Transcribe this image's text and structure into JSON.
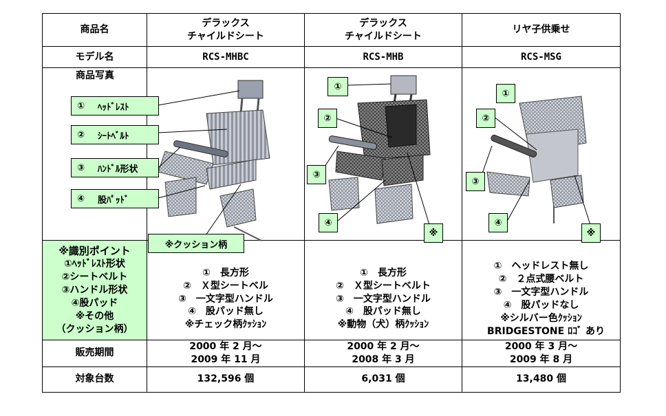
{
  "row_labels": {
    "name": "商品名",
    "model": "モデル名",
    "photo": "商品写真",
    "period": "販売期間",
    "count": "対象台数"
  },
  "id_points": {
    "heading": "※識別ポイント",
    "items": [
      "①ﾍｯﾄﾞﾚｽﾄ形状",
      "②シートベルト",
      "③ハンドル形状",
      "④股パッド",
      "※その他",
      "（クッション柄）"
    ]
  },
  "callouts": [
    "①",
    "②",
    "③",
    "④",
    "※"
  ],
  "first_photo_labels": [
    "ﾍｯﾄﾞﾚｽﾄ",
    "ｼｰﾄﾍﾞﾙﾄ",
    "ﾊﾝﾄﾞﾙ形状",
    "股ﾊﾟｯﾄﾞ"
  ],
  "cushion_label": "※クッション柄",
  "products": [
    {
      "name_line1": "デラックス",
      "name_line2": "チャイルドシート",
      "model": "RCS-MHBC",
      "features": [
        "①　長方形",
        "②　Ｘ型シートベル",
        "③　一文字型ハンドル",
        "④　股パッド無し",
        "※チェック柄ｸｯｼｮﾝ"
      ],
      "period_line1": "2000 年 2 月～",
      "period_line2": "2009 年 11 月",
      "count": "132,596 個"
    },
    {
      "name_line1": "デラックス",
      "name_line2": "チャイルドシート",
      "model": "RCS-MHB",
      "features": [
        "①　長方形",
        "②　Ｘ型シートベルト",
        "③　一文字型ハンドル",
        "④　股パッド無し",
        "※動物（犬）柄ｸｯｼｮﾝ"
      ],
      "period_line1": "2000 年 2 月～",
      "period_line2": "2008 年 3 月",
      "count": "6,031 個"
    },
    {
      "name_line1": "リヤ子供乗せ",
      "name_line2": "",
      "model": "RCS-MSG",
      "features": [
        "①　ヘッドレスト無し",
        "②　２点式腰ベルト",
        "③　一文字型ハンドル",
        "④　股パッドなし",
        "※シルバー色ｸｯｼｮﾝ",
        "BRIDGESTONE ﾛｺﾞ あり"
      ],
      "period_line1": "2000 年 3 月～",
      "period_line2": "2009 年 8 月",
      "count": "13,480 個"
    }
  ],
  "colors": {
    "callout_bg": "#ccffcc",
    "border": "#000000",
    "seat_gray": "#8a8f9a",
    "seat_dark": "#2c2c2c"
  }
}
